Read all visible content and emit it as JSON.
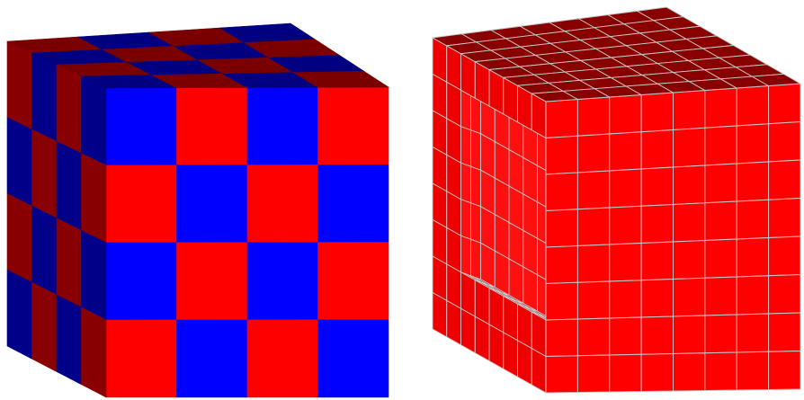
{
  "figure": {
    "panels": [
      {
        "id": "checkerboard-cube",
        "divisions": 4,
        "colors": {
          "primary": "#ff0000",
          "secondary": "#0000ff",
          "primary_dark": "#880000",
          "secondary_dark": "#000088",
          "top_primary": "#7a0000",
          "top_secondary": "#000080",
          "grid_line": "none"
        }
      },
      {
        "id": "hollow-voxel-cube",
        "divisions": 8,
        "opening": "rectangular-cutout-on-left-face",
        "colors": {
          "front": "#ff0000",
          "side": "#ee0000",
          "top": "#880000",
          "cavity_side": "#ff1010",
          "cavity_floor": "#7a0000",
          "grid_line": "#c8c8c8"
        }
      }
    ]
  }
}
